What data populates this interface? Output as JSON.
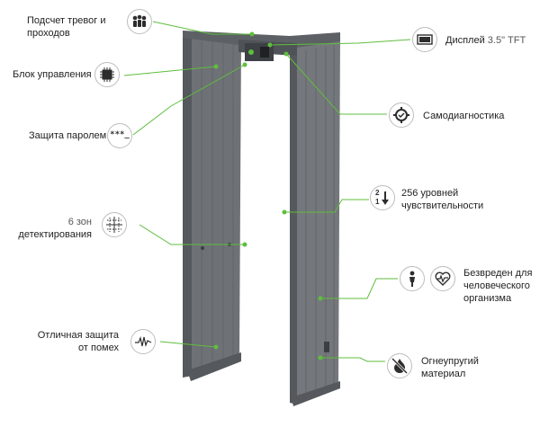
{
  "labels": {
    "alarm_count": "Подсчет тревог и проходов",
    "alarm_count_l1": "Подсчет тревог и",
    "alarm_count_l2": "проходов",
    "control_unit": "Блок управления",
    "password": "Защита паролем",
    "zones_num": "6 зон",
    "zones_l2": "детектирования",
    "interference_l1": "Отличная защита",
    "interference_l2": "от помех",
    "display_main": "Дисплей ",
    "display_size": "3.5\" TFT",
    "selfdiag": "Самодиагностика",
    "sens_l1": "256 уровней",
    "sens_l2": "чувствительности",
    "harmless_l1": "Безвреден для",
    "harmless_l2": "человеческого",
    "harmless_l3": "организма",
    "fire_l1": "Огнеупругий",
    "fire_l2": "материал"
  },
  "icons": {
    "password_text": "***_",
    "sens_top": "2",
    "sens_bottom": "1"
  },
  "colors": {
    "accent": "#5fbd3e",
    "frame": "#6e7175",
    "frame_dark": "#4a4d51",
    "icon": "#2d2d2d"
  }
}
